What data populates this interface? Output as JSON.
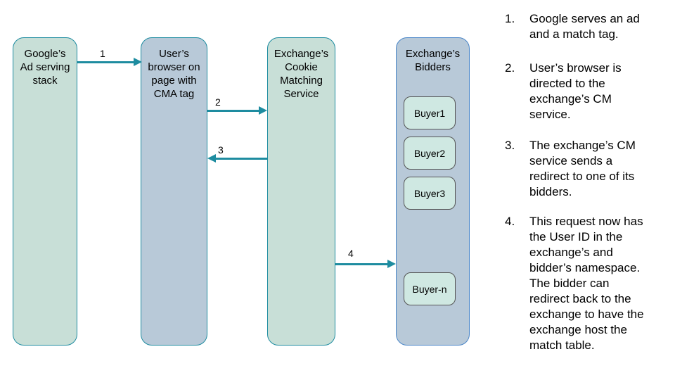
{
  "diagram": {
    "nodes": [
      {
        "id": "google-ad-stack",
        "label": "Google’s\nAd serving\nstack"
      },
      {
        "id": "user-browser",
        "label": "User’s\nbrowser on\npage with\nCMA tag"
      },
      {
        "id": "cm-service",
        "label": "Exchange’s\nCookie\nMatching\nService"
      },
      {
        "id": "exchange-bidders",
        "label": "Exchange’s\nBidders",
        "buyers": [
          {
            "label": "Buyer1"
          },
          {
            "label": "Buyer2"
          },
          {
            "label": "Buyer3"
          },
          {
            "label": "Buyer-n"
          }
        ]
      }
    ],
    "arrows": [
      {
        "label": "1",
        "from": "google-ad-stack",
        "to": "user-browser",
        "direction": "right"
      },
      {
        "label": "2",
        "from": "user-browser",
        "to": "cm-service",
        "direction": "right"
      },
      {
        "label": "3",
        "from": "cm-service",
        "to": "user-browser",
        "direction": "left"
      },
      {
        "label": "4",
        "from": "cm-service",
        "to": "exchange-bidders",
        "direction": "right"
      }
    ]
  },
  "steps": [
    {
      "number": "1.",
      "text": "Google serves an ad\nand a match tag."
    },
    {
      "number": "2.",
      "text": "User’s browser is\ndirected to the\nexchange’s CM\nservice."
    },
    {
      "number": "3.",
      "text": "The exchange’s CM\nservice sends a\nredirect to one of its\nbidders."
    },
    {
      "number": "4.",
      "text": "This request now has\nthe User ID in the\nexchange’s and\nbidder’s namespace.\nThe bidder can\nredirect back to the\nexchange to have the\nexchange host the\nmatch table."
    }
  ],
  "colors": {
    "node_green_fill": "#c8dfd7",
    "node_blue_fill": "#b8c9d8",
    "teal_border": "#1e8ca0",
    "bidders_border": "#4a86c8",
    "buyer_fill": "#cfe8e2",
    "buyer_border": "#555555",
    "arrow": "#1e8ca0",
    "text": "#000000",
    "background": "#ffffff"
  }
}
